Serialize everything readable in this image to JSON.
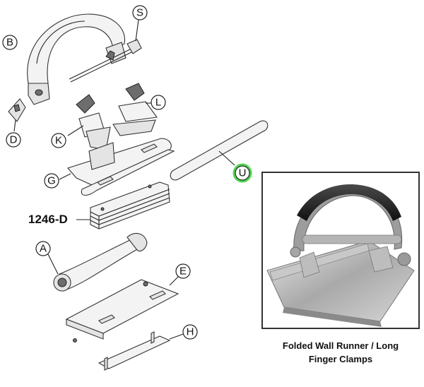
{
  "callouts": {
    "S": "S",
    "B": "B",
    "D": "D",
    "L": "L",
    "K": "K",
    "G": "G",
    "U": "U",
    "A": "A",
    "E": "E",
    "H": "H"
  },
  "part_number": "1246-D",
  "caption": {
    "line1": "Folded Wall Runner / Long",
    "line2": "Finger Clamps"
  },
  "colors": {
    "highlight": "#3dd43d",
    "frame": "#333333"
  }
}
